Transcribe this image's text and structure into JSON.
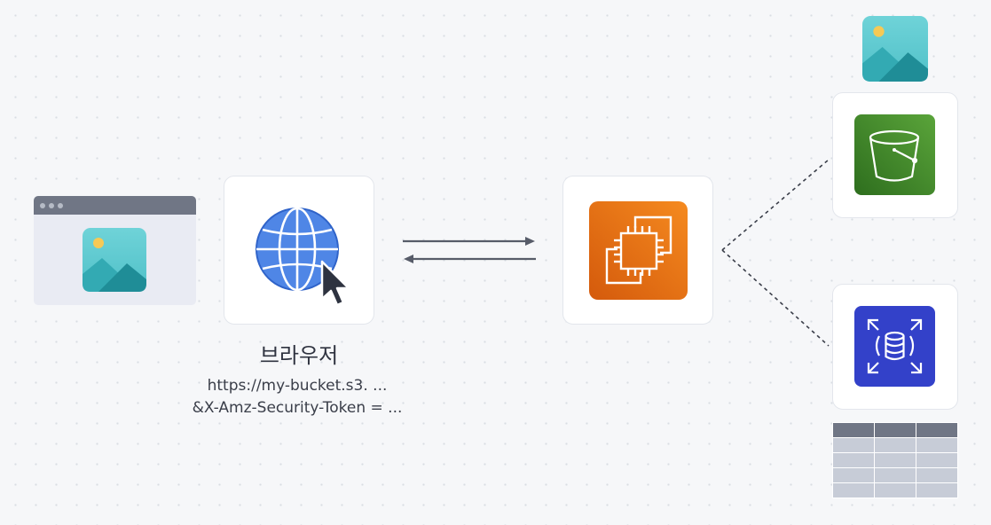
{
  "browser": {
    "label": "브라우저",
    "url_line1": "https://my-bucket.s3. ...",
    "url_line2": "&X-Amz-Security-Token = ..."
  },
  "colors": {
    "ec2_gradient_start": "#f58a1f",
    "ec2_gradient_end": "#d45a0c",
    "s3_gradient_start": "#5aa43a",
    "s3_gradient_end": "#2e6e1e",
    "rds_blue": "#3341c9",
    "globe_blue": "#4f86e6",
    "image_teal": "#37b6be",
    "arrow_gray": "#575c69"
  },
  "icons": {
    "web_image": "image-icon",
    "browser": "globe-cursor-icon",
    "server": "ec2-chip-icon",
    "storage": "s3-bucket-icon",
    "database": "rds-database-icon",
    "stored_image": "image-icon",
    "db_table": "table-icon"
  },
  "table": {
    "rows": 5,
    "columns": 3
  }
}
